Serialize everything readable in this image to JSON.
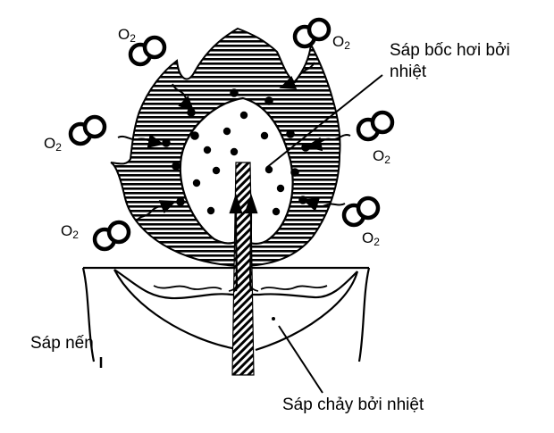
{
  "labels": {
    "vapor_line1": "Sáp bốc hơi bởi",
    "vapor_line2": "nhiệt",
    "candle_wax": "Sáp nến",
    "melted_wax": "Sáp chảy bởi nhiệt"
  },
  "oxygen": {
    "symbol": "O",
    "subscript": "2"
  },
  "colors": {
    "ink": "#000000",
    "background": "#ffffff"
  },
  "icons": [
    "oxygen-molecule-icon",
    "flame-icon",
    "wick-icon",
    "arrow-up-icon"
  ]
}
